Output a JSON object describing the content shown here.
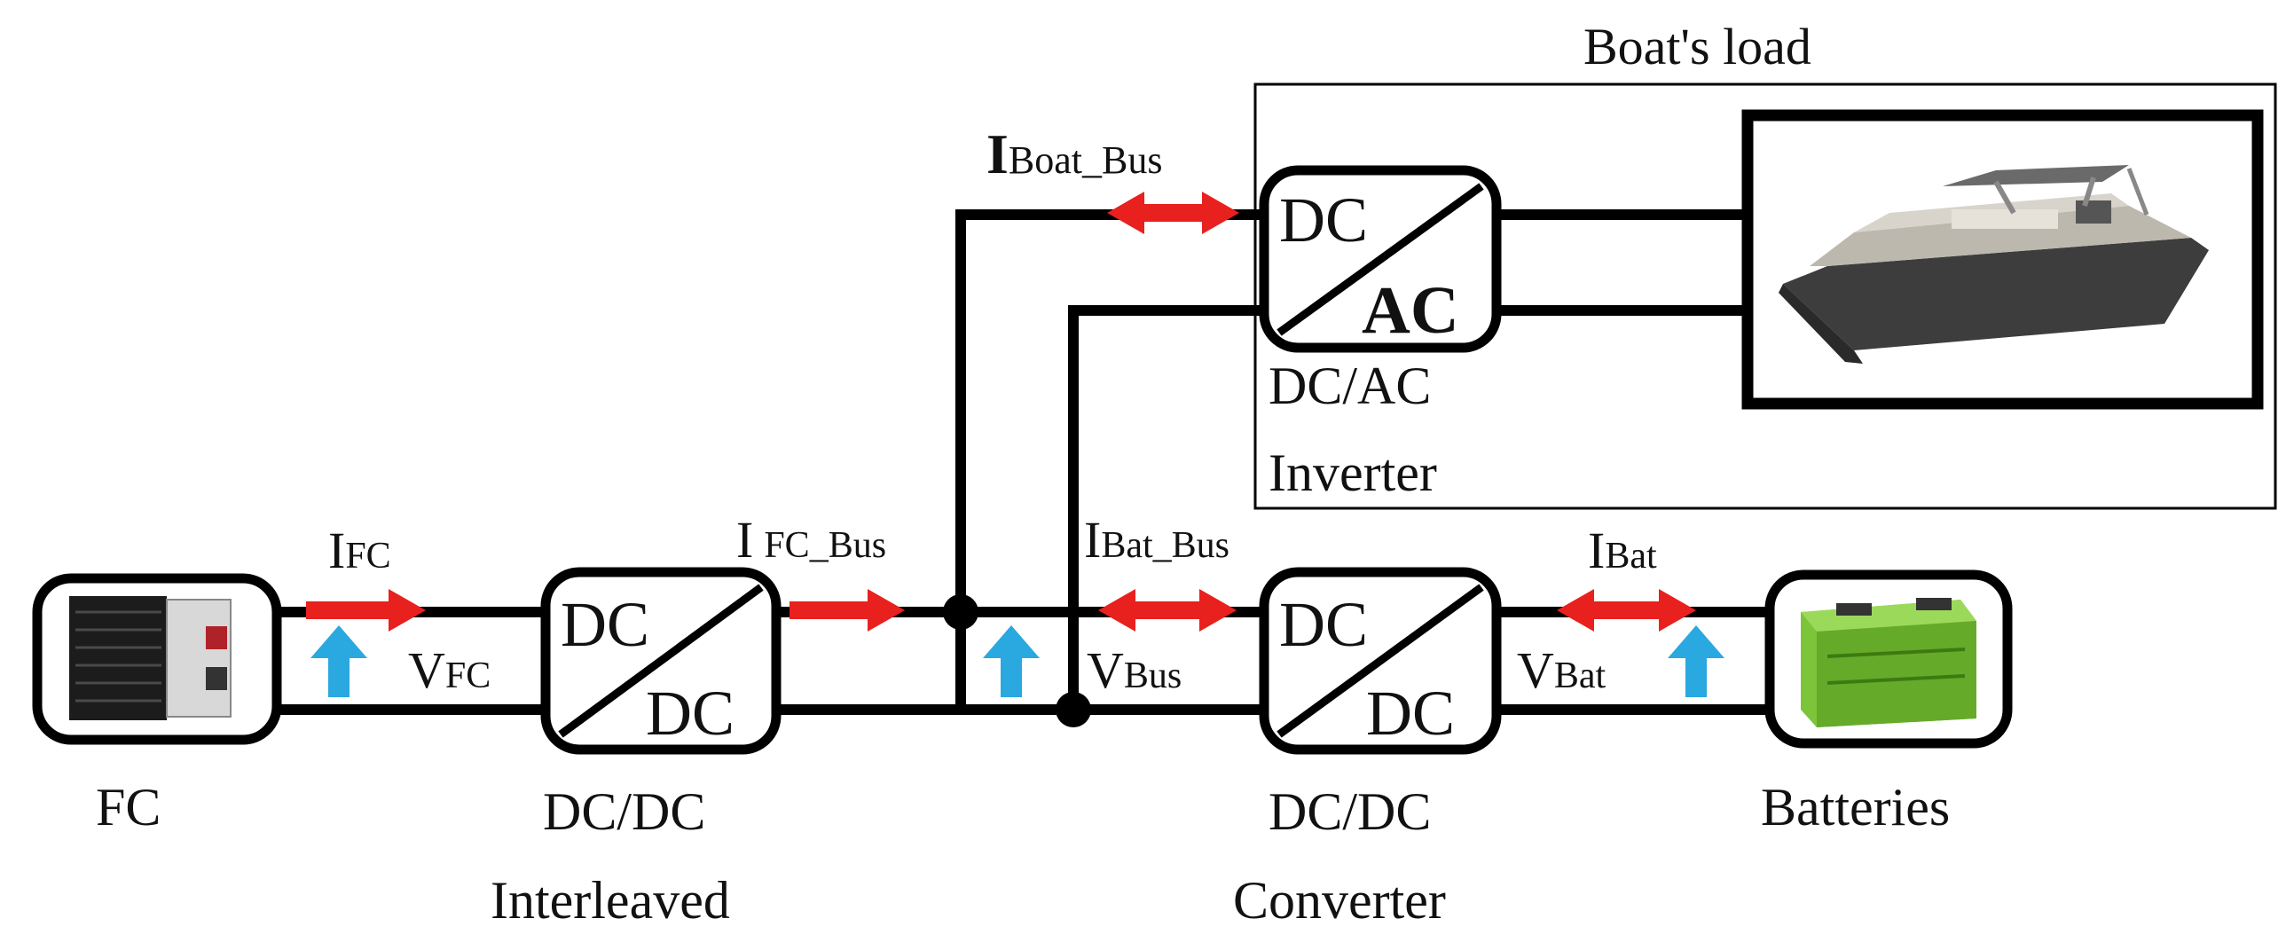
{
  "labels": {
    "boats_load": "Boat's load",
    "fc": "FC",
    "dcdc_interleaved_line1": "DC/DC",
    "dcdc_interleaved_line2": "Interleaved",
    "dcdc_converter_line1": "DC/DC",
    "dcdc_converter_line2": "Converter",
    "dcac_line1": "DC/AC",
    "dcac_line2": "Inverter",
    "batteries": "Batteries"
  },
  "converters": {
    "interleaved": {
      "top": "DC",
      "bottom": "DC"
    },
    "converter": {
      "top": "DC",
      "bottom": "DC"
    },
    "inverter": {
      "top": "DC",
      "bottom": "AC"
    }
  },
  "signals": {
    "i_fc": {
      "base": "I",
      "sub": "FC"
    },
    "v_fc": {
      "base": "V",
      "sub": "FC"
    },
    "i_fc_bus": {
      "base": "I",
      "sub": "FC_Bus"
    },
    "i_boat_bus": {
      "base": "I",
      "sub": "Boat_Bus"
    },
    "i_bat_bus": {
      "base": "I",
      "sub": "Bat_Bus"
    },
    "v_bus": {
      "base": "V",
      "sub": "Bus"
    },
    "i_bat": {
      "base": "I",
      "sub": "Bat"
    },
    "v_bat": {
      "base": "V",
      "sub": "Bat"
    }
  },
  "colors": {
    "current_arrow": "#e8201e",
    "voltage_arrow": "#2aa8e0",
    "battery": "#7cc43a"
  }
}
